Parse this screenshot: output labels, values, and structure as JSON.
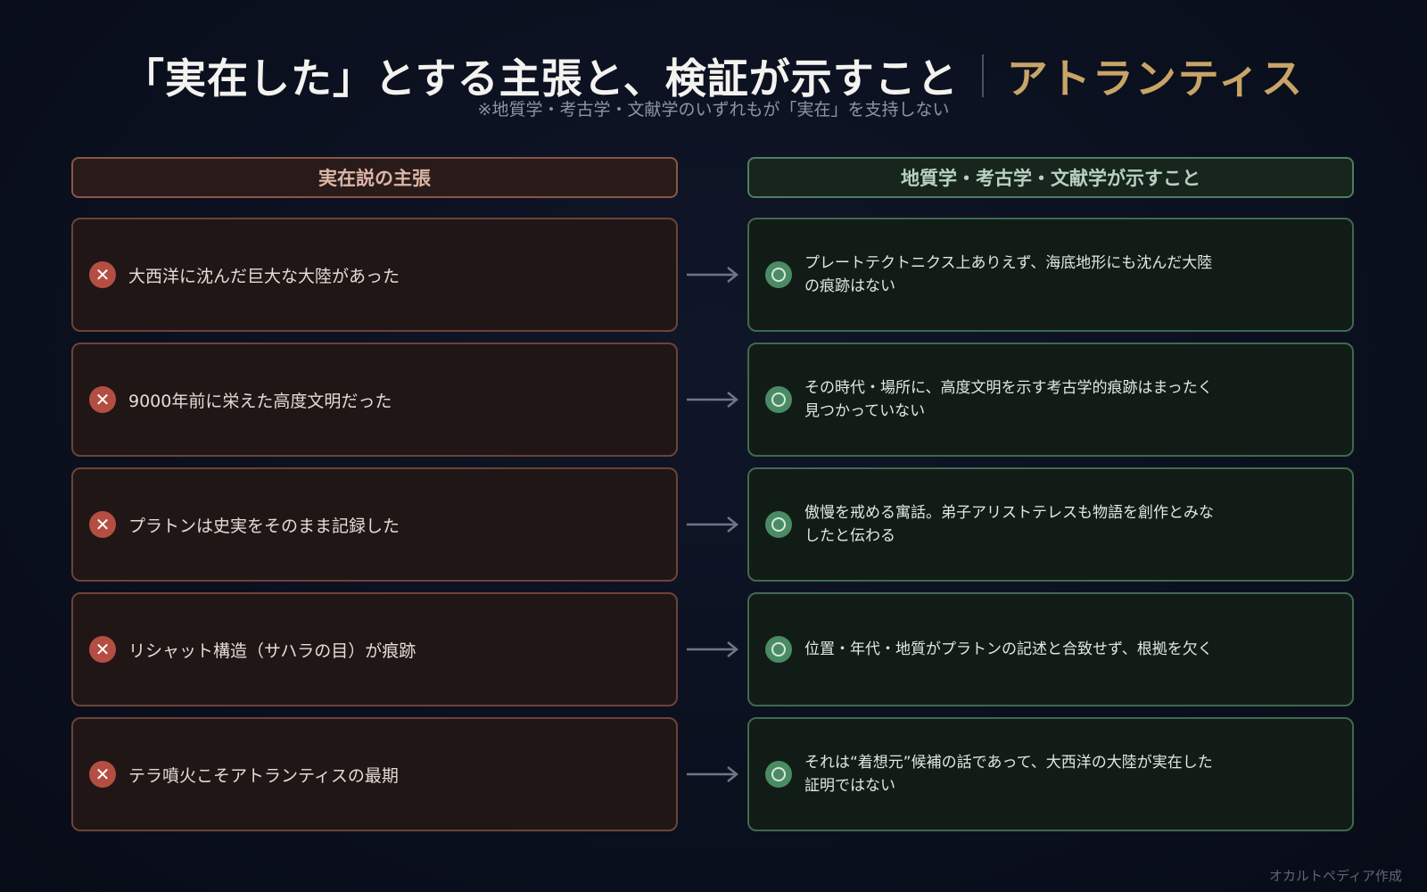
{
  "title": {
    "main": "「実在した」とする主張と、検証が示すこと",
    "accent": "アトランティス"
  },
  "subtitle": "※地質学・考古学・文献学のいずれもが「実在」を支持しない",
  "headers": {
    "left": "実在説の主張",
    "right": "地質学・考古学・文献学が示すこと"
  },
  "rows": [
    {
      "claim": "大西洋に沈んだ巨大な大陸があった",
      "fact": "プレートテクトニクス上ありえず、海底地形にも沈んだ大陸の痕跡はない"
    },
    {
      "claim": "9000年前に栄えた高度文明だった",
      "fact": "その時代・場所に、高度文明を示す考古学的痕跡はまったく見つかっていない"
    },
    {
      "claim": "プラトンは史実をそのまま記録した",
      "fact": "傲慢を戒める寓話。弟子アリストテレスも物語を創作とみなしたと伝わる"
    },
    {
      "claim": "リシャット構造（サハラの目）が痕跡",
      "fact": "位置・年代・地質がプラトンの記述と合致せず、根拠を欠く"
    },
    {
      "claim": "テラ噴火こそアトランティスの最期",
      "fact": "それは“着想元”候補の話であって、大西洋の大陸が実在した証明ではない"
    }
  ],
  "icons": {
    "claim": "cross-icon",
    "fact": "circle-check-icon",
    "connector": "arrow-right-icon"
  },
  "colors": {
    "accent_gold": "#c9a467",
    "claim_red": "#b44e42",
    "fact_green": "#4b8b63"
  },
  "credit": "オカルトペディア作成"
}
